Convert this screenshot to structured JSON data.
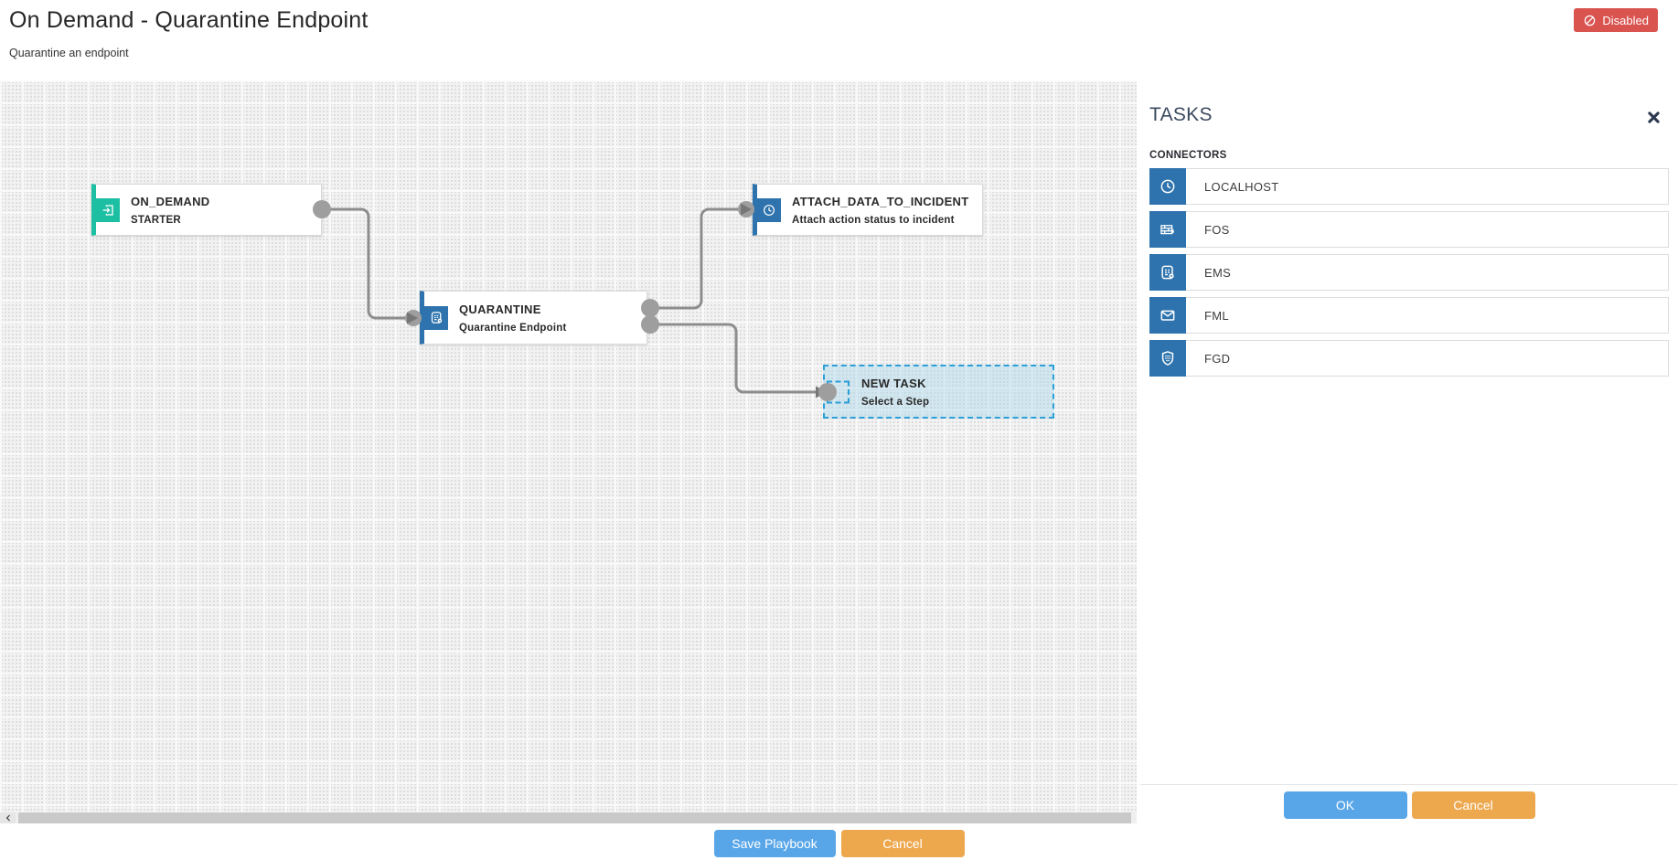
{
  "header": {
    "title": "On Demand - Quarantine Endpoint",
    "subtitle": "Quarantine an endpoint",
    "badge": {
      "label": "Disabled",
      "icon": "ban-icon",
      "color": "#d9534f"
    }
  },
  "canvas": {
    "nodes": [
      {
        "title": "ON_DEMAND",
        "subtitle": "STARTER",
        "icon": "sign-in-icon",
        "accent": "#1dbfa3"
      },
      {
        "title": "QUARANTINE",
        "subtitle": "Quarantine Endpoint",
        "icon": "shield-doc-icon",
        "accent": "#2e73ad"
      },
      {
        "title": "ATTACH_DATA_TO_INCIDENT",
        "subtitle": "Attach action status to incident",
        "icon": "clock-icon",
        "accent": "#2e73ad"
      },
      {
        "title": "NEW TASK",
        "subtitle": "Select a Step",
        "icon": "placeholder-square",
        "accent": "#2b9fd8"
      }
    ],
    "edges": [
      {
        "from": "ON_DEMAND",
        "to": "QUARANTINE"
      },
      {
        "from": "QUARANTINE",
        "to": "ATTACH_DATA_TO_INCIDENT"
      },
      {
        "from": "QUARANTINE",
        "to": "NEW TASK"
      }
    ]
  },
  "tasks_panel": {
    "title": "TASKS",
    "section_label": "CONNECTORS",
    "connectors": [
      {
        "label": "LOCALHOST",
        "icon": "clock-icon"
      },
      {
        "label": "FOS",
        "icon": "firewall-icon"
      },
      {
        "label": "EMS",
        "icon": "shield-doc-icon"
      },
      {
        "label": "FML",
        "icon": "mail-icon"
      },
      {
        "label": "FGD",
        "icon": "shield-grid-icon"
      }
    ],
    "ok_label": "OK",
    "cancel_label": "Cancel"
  },
  "footer": {
    "save_label": "Save Playbook",
    "cancel_label": "Cancel"
  },
  "colors": {
    "primary_blue": "#58a6e8",
    "orange": "#eda84e",
    "node_blue": "#2e73ad",
    "teal": "#1dbfa3",
    "disabled_red": "#d9534f",
    "edge_gray": "#8d8d8d",
    "new_task_border": "#2b9fd8"
  }
}
